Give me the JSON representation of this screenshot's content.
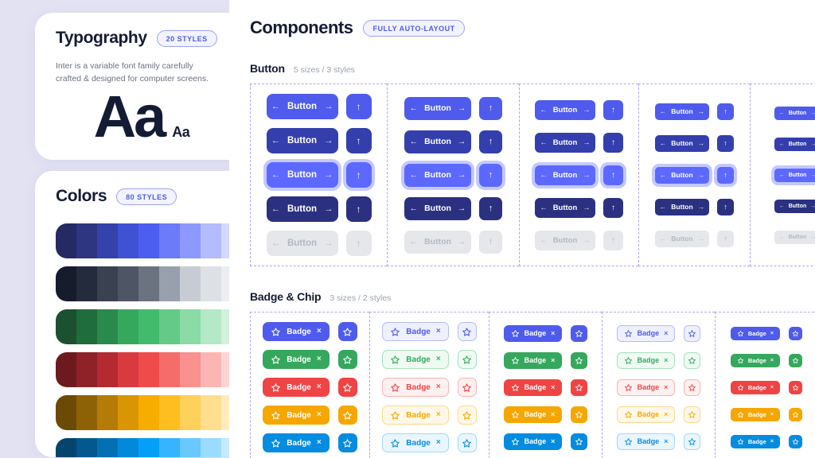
{
  "sidebar": {
    "typography": {
      "title": "Typography",
      "pill": "20 STYLES",
      "description": "Inter is a variable font family carefully crafted & designed for computer screens.",
      "sample_large": "Aa",
      "sample_small": "Aa"
    },
    "colors": {
      "title": "Colors",
      "pill": "80 STYLES",
      "ramps": [
        {
          "name": "indigo",
          "steps": [
            "#252a63",
            "#2e3682",
            "#3542aa",
            "#3f52d4",
            "#4c5ef0",
            "#6b7bfa",
            "#8d99fc",
            "#b4bcfd",
            "#d3d8fe",
            "#eceefe"
          ]
        },
        {
          "name": "slate",
          "steps": [
            "#161c2b",
            "#242b3c",
            "#3a4252",
            "#4e5666",
            "#6b7280",
            "#99a0ad",
            "#c7ccd4",
            "#dde0e5",
            "#eceef1",
            "#f6f7f8"
          ]
        },
        {
          "name": "green",
          "steps": [
            "#1b5130",
            "#1f6c3c",
            "#2a8a4d",
            "#35a85e",
            "#43bb6d",
            "#63cb87",
            "#8adba5",
            "#b4e8c6",
            "#d3f1dd",
            "#eaf9f0"
          ]
        },
        {
          "name": "red",
          "steps": [
            "#6d1a1f",
            "#8f2128",
            "#b32a31",
            "#d83a3f",
            "#ef4b4b",
            "#f56d6a",
            "#f9918f",
            "#fbb6b4",
            "#fdd4d3",
            "#feecec"
          ]
        },
        {
          "name": "amber",
          "steps": [
            "#6b4a06",
            "#8d6207",
            "#b47c06",
            "#d99503",
            "#f7ac00",
            "#ffbe1f",
            "#ffd05a",
            "#ffdf8e",
            "#ffecbc",
            "#fff6e2"
          ]
        },
        {
          "name": "sky",
          "steps": [
            "#03456e",
            "#03588d",
            "#0370b4",
            "#0289da",
            "#069ff7",
            "#36b4ff",
            "#68c8ff",
            "#9adbff",
            "#c4eaff",
            "#e6f6ff"
          ]
        }
      ]
    }
  },
  "main": {
    "title": "Components",
    "pill": "FULLY AUTO-LAYOUT",
    "sections": [
      {
        "id": "button",
        "title": "Button",
        "meta": "5 sizes / 3 styles",
        "sizes": [
          "xl",
          "lg",
          "md",
          "sm",
          "xs"
        ],
        "label": "Button",
        "arrow_left": "←",
        "arrow_right": "→",
        "icon_glyph": "↑",
        "states": [
          "default",
          "hover",
          "focus",
          "pressed",
          "disabled"
        ]
      },
      {
        "id": "badge-chip",
        "title": "Badge & Chip",
        "meta": "3 sizes / 2 styles",
        "sizes": [
          "lg",
          "md",
          "sm"
        ],
        "label": "Badge",
        "star_glyph": "star-icon",
        "close_glyph": "×",
        "variants": [
          {
            "name": "indigo",
            "solid_bg": "#4f5bed",
            "soft_bg": "#eef0fe",
            "soft_border": "#b5bcf8",
            "soft_text": "#4f5bed"
          },
          {
            "name": "green",
            "solid_bg": "#35a85e",
            "soft_bg": "#eefaf2",
            "soft_border": "#a8dfbf",
            "soft_text": "#35a85e"
          },
          {
            "name": "red",
            "solid_bg": "#ef4444",
            "soft_bg": "#fef0f0",
            "soft_border": "#f6b3b3",
            "soft_text": "#ef4444"
          },
          {
            "name": "amber",
            "solid_bg": "#f5a700",
            "soft_bg": "#fff8e8",
            "soft_border": "#fad98a",
            "soft_text": "#f5a700"
          },
          {
            "name": "sky",
            "solid_bg": "#048ce0",
            "soft_bg": "#eaf6fe",
            "soft_border": "#a3d6f6",
            "soft_text": "#048ce0"
          }
        ]
      }
    ]
  },
  "theme": {
    "sidebar_bg": "#e2e2f3",
    "card_bg": "#ffffff",
    "accent": "#4f5bed",
    "ink": "#141b34",
    "muted": "#9ca3af",
    "dash_border": "#b9a0ee"
  }
}
